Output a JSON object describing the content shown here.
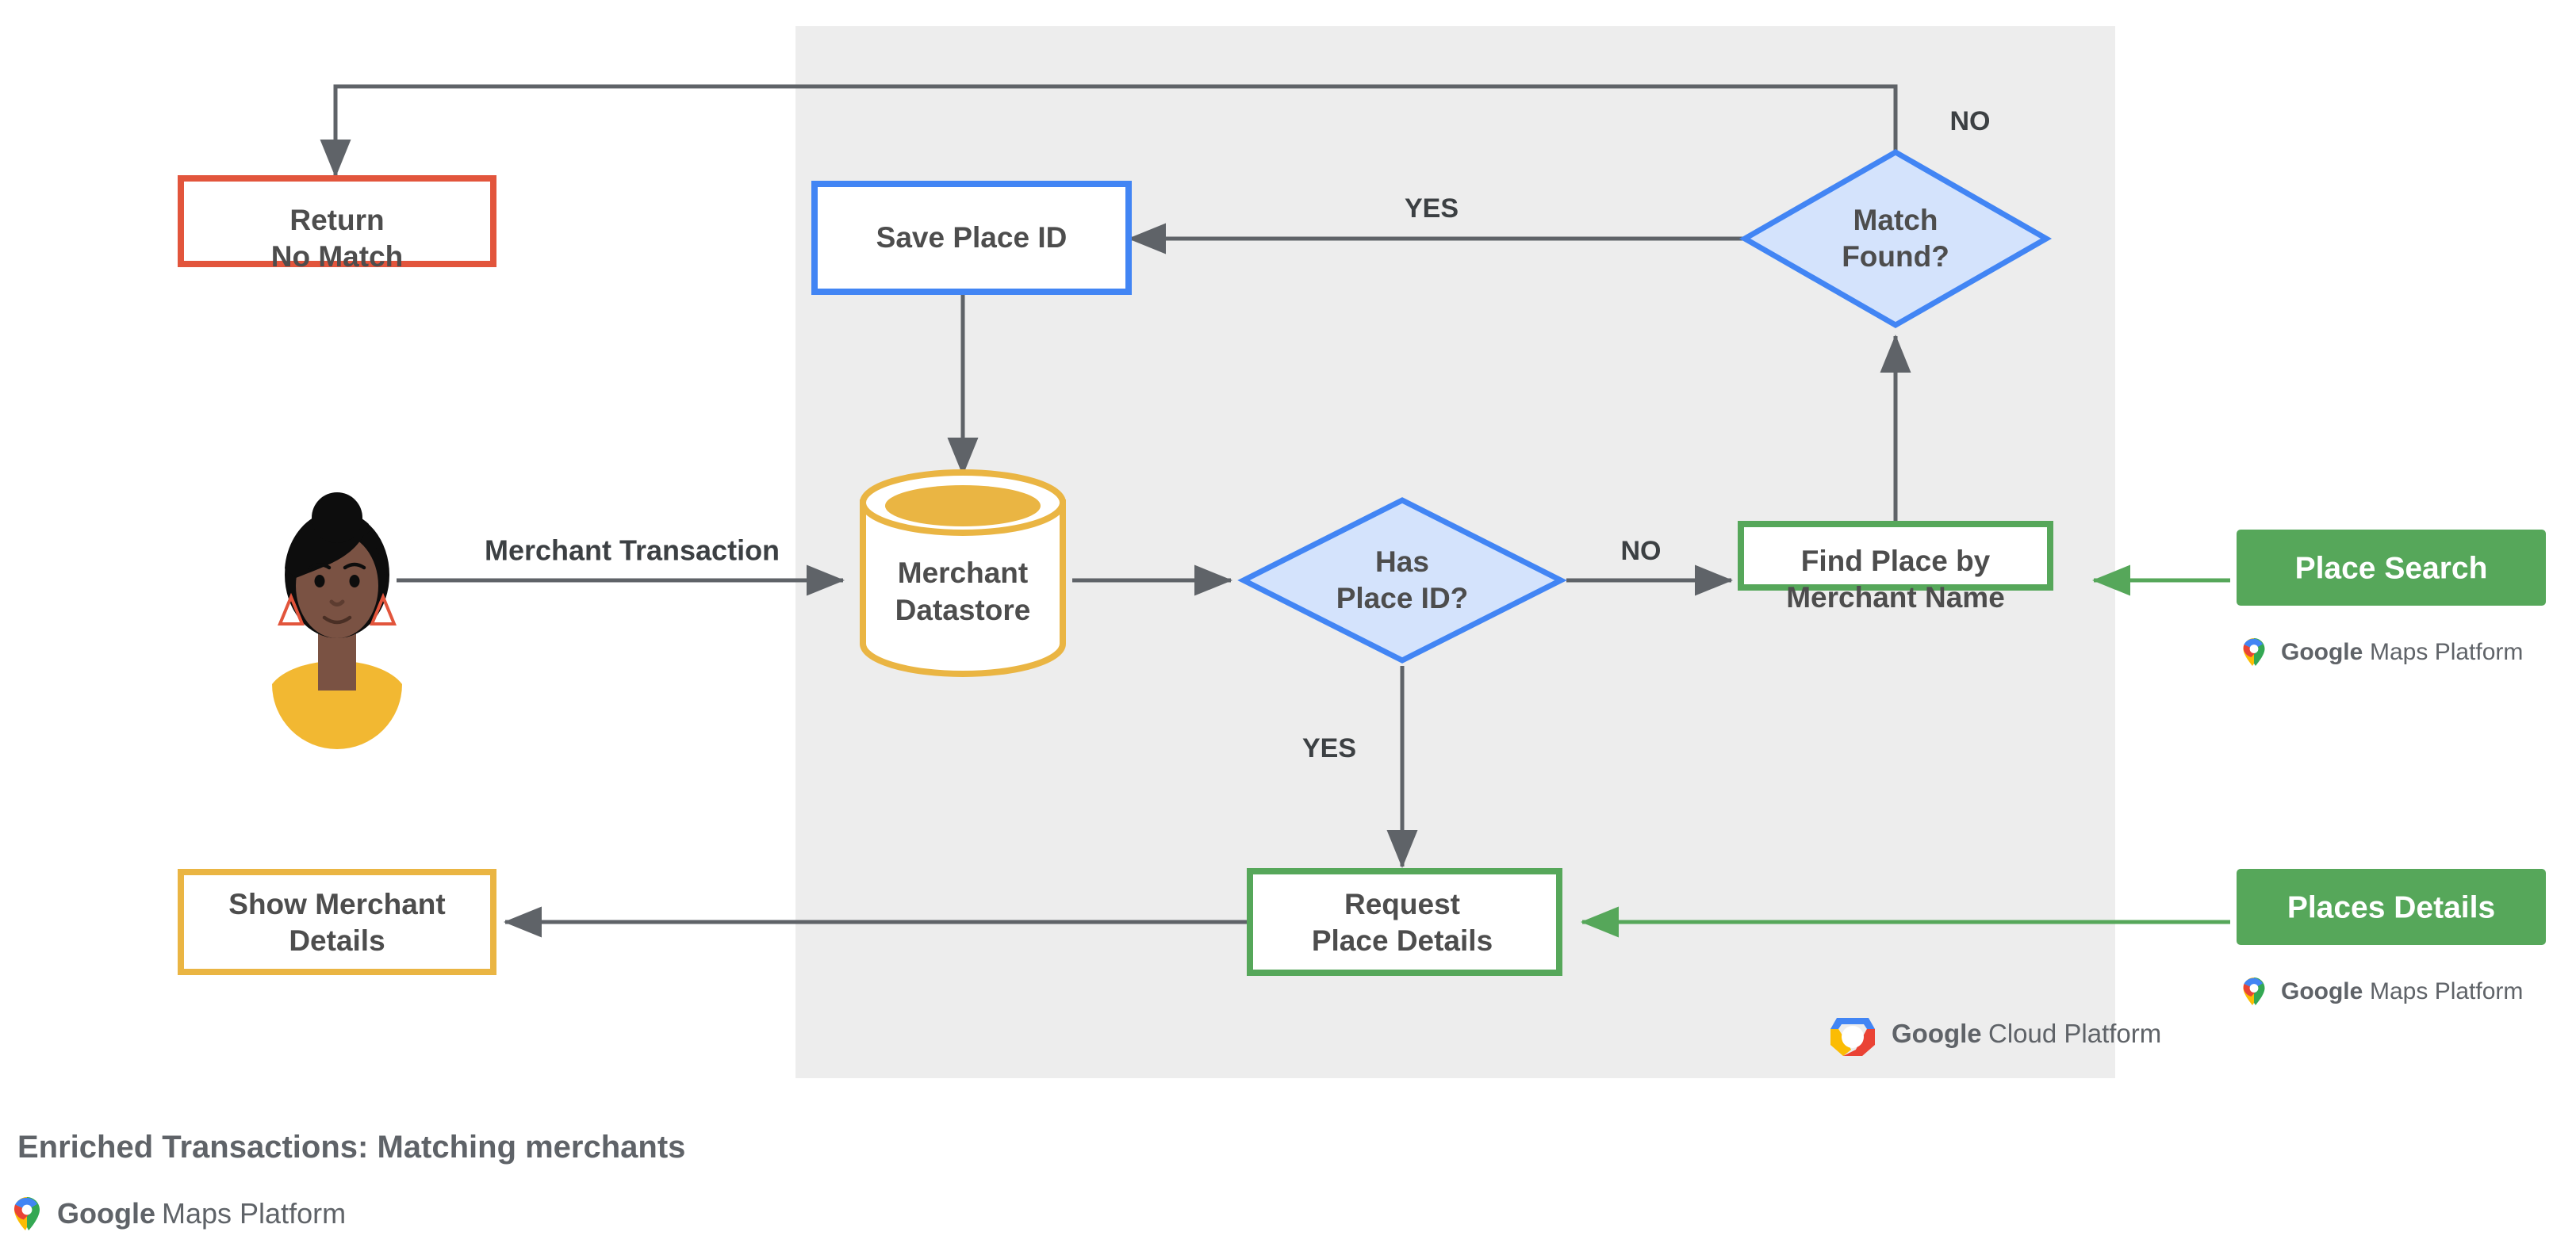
{
  "diagram": {
    "caption": "Enriched Transactions: Matching merchants",
    "panel_label": "google-cloud-platform-region",
    "colors": {
      "panel_bg": "#ededed",
      "page_bg": "#ffffff",
      "red": "#e2553c",
      "blue": "#4285f4",
      "blue_fill": "#d4e3fc",
      "yellow": "#eab543",
      "yellow_fill": "#eab543",
      "green": "#56a75a",
      "green_solid": "#56a75a",
      "arrow": "#5f6368",
      "text": "#4d4d4d"
    },
    "nodes": [
      {
        "id": "return-no-match",
        "label_lines": [
          "Return",
          "No Match"
        ],
        "shape": "rect",
        "style": "red-outline"
      },
      {
        "id": "save-place-id",
        "label_lines": [
          "Save Place ID"
        ],
        "shape": "rect",
        "style": "blue-outline"
      },
      {
        "id": "match-found",
        "label_lines": [
          "Match",
          "Found?"
        ],
        "shape": "diamond",
        "style": "blue-fill"
      },
      {
        "id": "merchant-datastore",
        "label_lines": [
          "Merchant",
          "Datastore"
        ],
        "shape": "cylinder",
        "style": "yellow-outline"
      },
      {
        "id": "has-place-id",
        "label_lines": [
          "Has",
          "Place ID?"
        ],
        "shape": "diamond",
        "style": "blue-fill"
      },
      {
        "id": "find-place",
        "label_lines": [
          "Find Place by",
          "Merchant Name"
        ],
        "shape": "rect",
        "style": "green-outline"
      },
      {
        "id": "request-details",
        "label_lines": [
          "Request",
          "Place Details"
        ],
        "shape": "rect",
        "style": "green-outline"
      },
      {
        "id": "show-merchant",
        "label_lines": [
          "Show Merchant",
          "Details"
        ],
        "shape": "rect",
        "style": "yellow-outline"
      }
    ],
    "api_buttons": [
      {
        "id": "place-search",
        "label": "Place Search",
        "logo": "Google Maps Platform"
      },
      {
        "id": "places-details",
        "label": "Places Details",
        "logo": "Google Maps Platform"
      }
    ],
    "edge_labels": [
      {
        "id": "merchant-transaction",
        "text": "Merchant Transaction"
      },
      {
        "id": "has-place-id-no",
        "text": "NO"
      },
      {
        "id": "has-place-id-yes",
        "text": "YES"
      },
      {
        "id": "match-found-yes",
        "text": "YES"
      },
      {
        "id": "match-found-no",
        "text": "NO"
      }
    ],
    "logos": {
      "gcp": {
        "google": "Google",
        "product": "Cloud Platform"
      },
      "gmp": {
        "google": "Google",
        "product": "Maps Platform"
      }
    },
    "actor": {
      "id": "merchant-person",
      "name": "person-avatar"
    }
  }
}
